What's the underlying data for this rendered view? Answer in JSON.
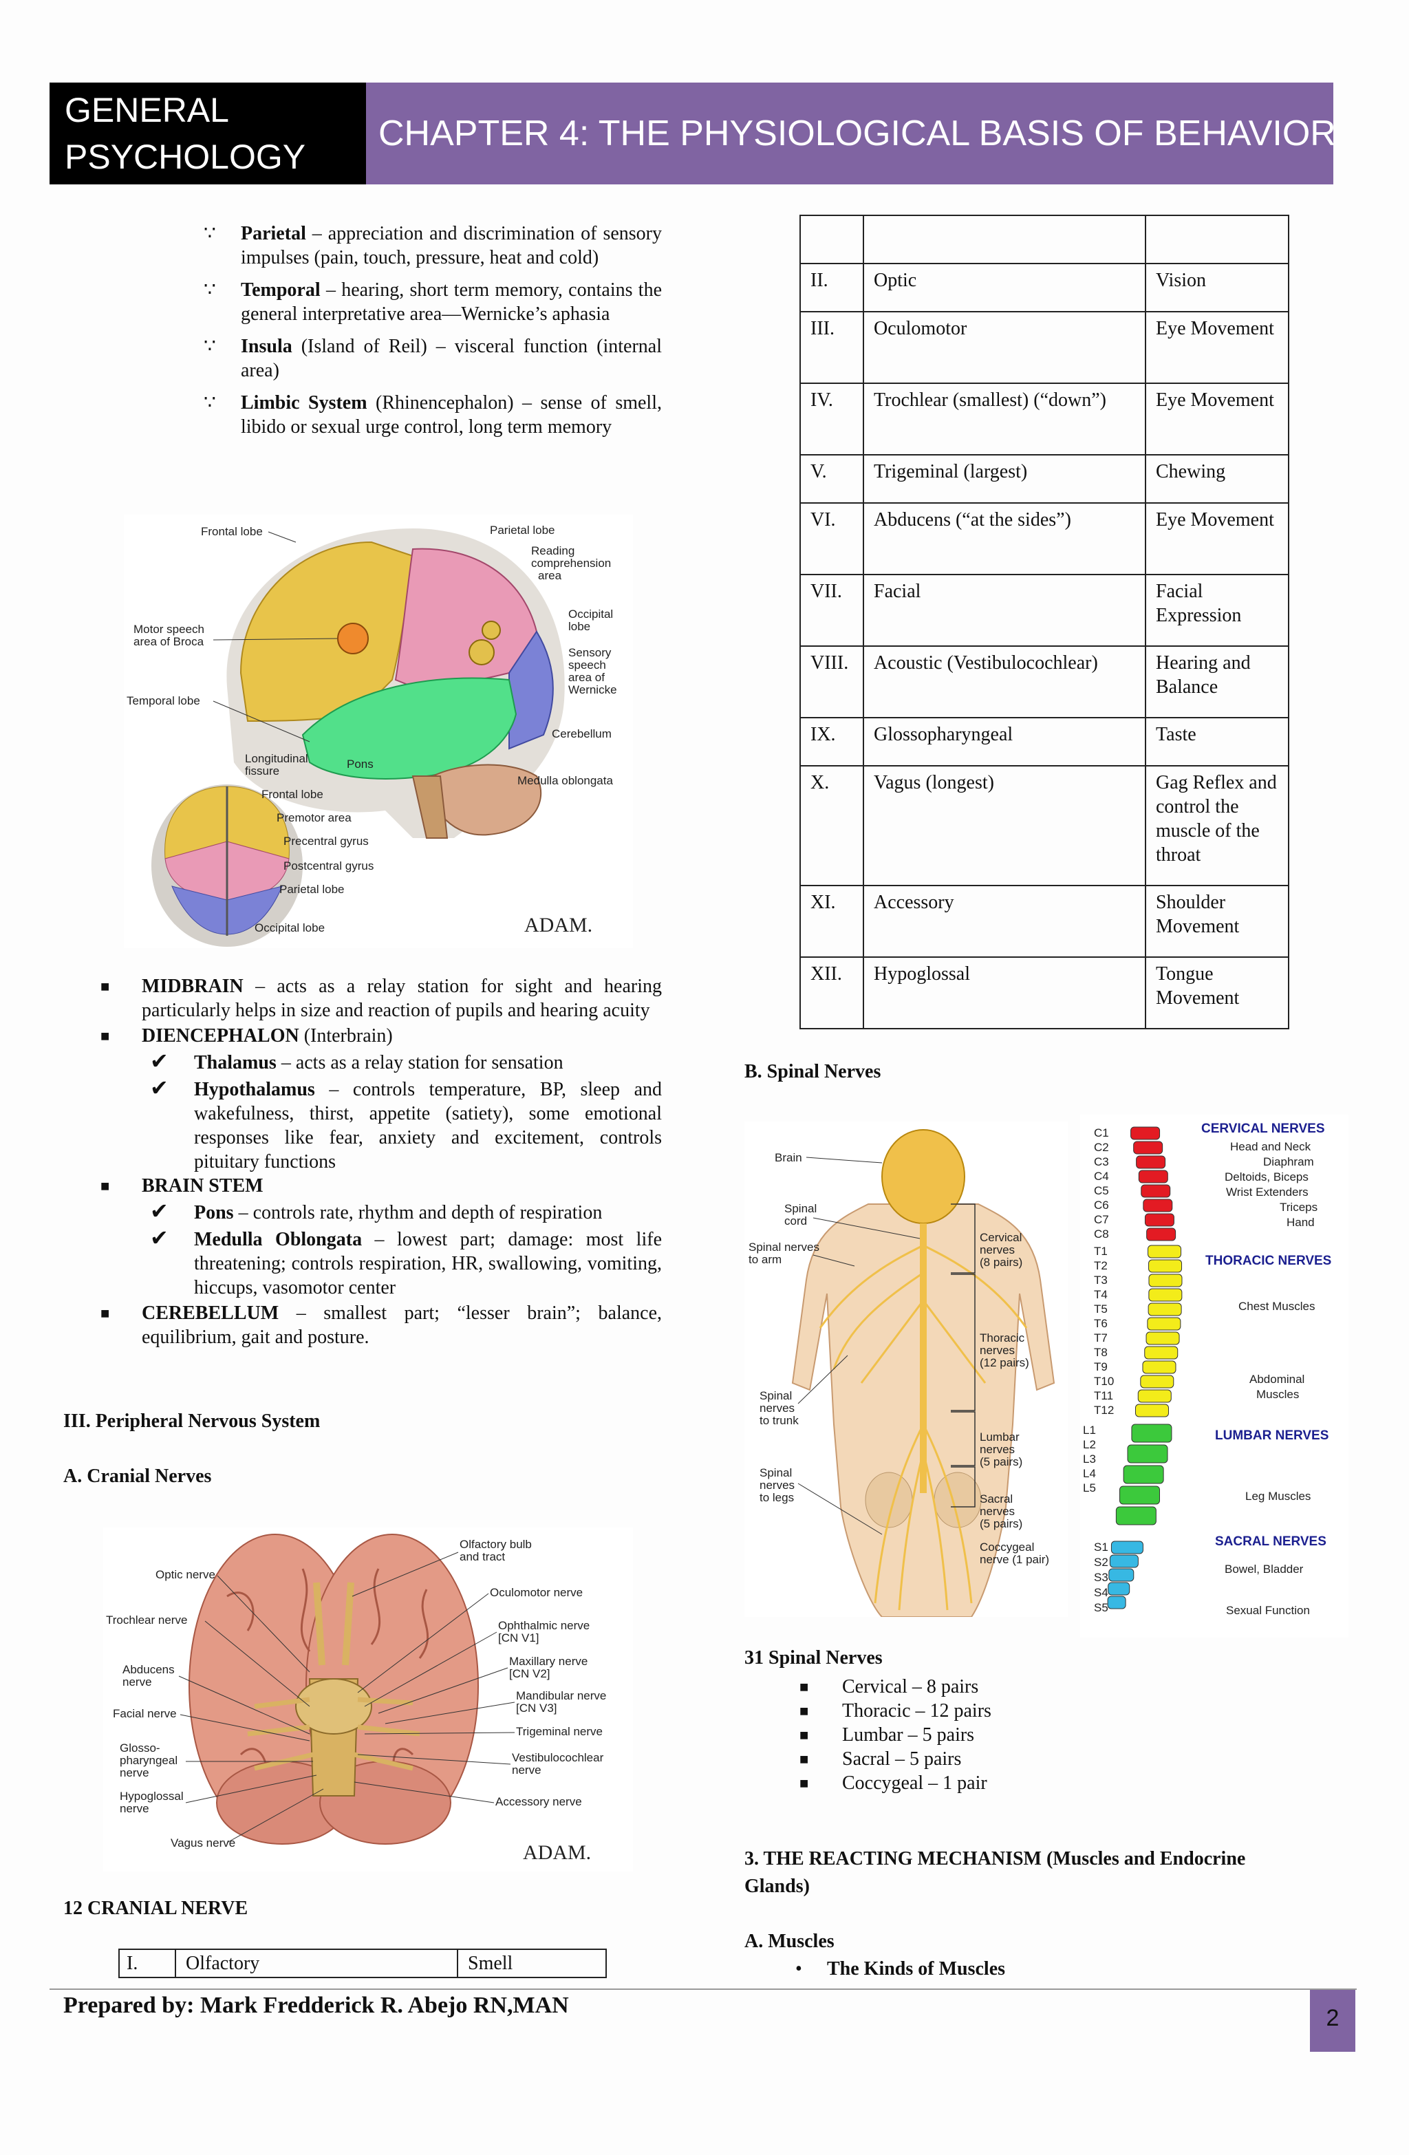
{
  "header": {
    "left_line1": "GENERAL",
    "left_line2": "PSYCHOLOGY",
    "right_title": "CHAPTER 4:  THE PHYSIOLOGICAL BASIS OF BEHAVIOR"
  },
  "lobes": [
    {
      "term": "Parietal",
      "rest": " – appreciation and discrimination of sensory impulses (pain, touch, pressure, heat and cold)"
    },
    {
      "term": "Temporal",
      "rest": " – hearing, short term memory, contains the general interpretative area—Wernicke’s aphasia"
    },
    {
      "term": "Insula",
      "rest": " (Island of Reil) – visceral function (internal area)"
    },
    {
      "term": "Limbic System",
      "rest": " (Rhinencephalon) – sense of smell, libido or sexual urge control, long term memory"
    }
  ],
  "brain_figure": {
    "labels": {
      "frontal_lobe": "Frontal lobe",
      "parietal_lobe": "Parietal lobe",
      "reading": "Reading",
      "comprehension": "comprehension",
      "area": "area",
      "occipital": "Occipital",
      "lobe": "lobe",
      "sensory": "Sensory",
      "speech": "speech",
      "area_of": "area of",
      "wernicke": "Wernicke",
      "motor_speech": "Motor speech",
      "area_broca": "area of Broca",
      "temporal_lobe": "Temporal lobe",
      "cerebellum": "Cerebellum",
      "pons": "Pons",
      "medulla": "Medulla oblongata",
      "longitudinal": "Longitudinal",
      "fissure": "fissure",
      "frontal_lobe2": "Frontal lobe",
      "premotor": "Premotor area",
      "precentral": "Precentral gyrus",
      "postcentral": "Postcentral gyrus",
      "parietal_lobe2": "Parietal lobe",
      "occipital_lobe": "Occipital lobe"
    },
    "logo": "ADAM."
  },
  "brain_parts": {
    "midbrain_term": "MIDBRAIN",
    "midbrain_rest": " – acts as a relay station for sight and hearing particularly helps in size and reaction of pupils and hearing acuity",
    "diencephalon_term": "DIENCEPHALON",
    "diencephalon_rest": " (Interbrain)",
    "thalamus_term": "Thalamus",
    "thalamus_rest": " – acts as a relay station for sensation",
    "hypothalamus_term": "Hypothalamus",
    "hypothalamus_rest": " – controls temperature, BP, sleep and wakefulness, thirst, appetite (satiety), some emotional responses like fear, anxiety and excitement, controls pituitary functions",
    "brainstem_term": "BRAIN STEM",
    "pons_term": "Pons",
    "pons_rest": " – controls rate, rhythm and depth of respiration",
    "medulla_term": "Medulla Oblongata",
    "medulla_rest": " – lowest part; damage: most life threatening; controls respiration, HR, swallowing, vomiting, hiccups, vasomotor center",
    "cerebellum_term": "CEREBELLUM",
    "cerebellum_rest": " – smallest part; “lesser brain”; balance, equilibrium, gait and posture."
  },
  "sections": {
    "pns": "III. Peripheral Nervous System",
    "cranial": "A. Cranial Nerves",
    "twelve": "12 CRANIAL NERVE",
    "spinal": "B. Spinal Nerves",
    "thirtyone": "31 Spinal Nerves",
    "reacting": "3. THE REACTING MECHANISM (Muscles and Endocrine Glands)",
    "muscles": "A. Muscles",
    "kinds": "The Kinds of Muscles"
  },
  "cranial_figure": {
    "labels": {
      "optic": "Optic nerve",
      "trochlear": "Trochlear nerve",
      "abducens1": "Abducens",
      "abducens2": "nerve",
      "facial": "Facial nerve",
      "glosso1": "Glosso-",
      "glosso2": "pharyngeal",
      "glosso3": "nerve",
      "hypo1": "Hypoglossal",
      "hypo2": "nerve",
      "vagus": "Vagus nerve",
      "olf1": "Olfactory bulb",
      "olf2": "and tract",
      "oculo": "Oculomotor nerve",
      "ophth1": "Ophthalmic nerve",
      "ophth2": "[CN V1]",
      "max1": "Maxillary nerve",
      "max2": "[CN V2]",
      "mand1": "Mandibular nerve",
      "mand2": "[CN V3]",
      "trig": "Trigeminal nerve",
      "vest1": "Vestibulocochlear",
      "vest2": "nerve",
      "acc": "Accessory nerve"
    },
    "logo": "ADAM."
  },
  "cranial_first": {
    "num": "I.",
    "name": "Olfactory",
    "func": "Smell"
  },
  "cranial_table": [
    {
      "num": "",
      "name": "",
      "func": ""
    },
    {
      "num": "II.",
      "name": "Optic",
      "func": "Vision"
    },
    {
      "num": "III.",
      "name": "Oculomotor",
      "func": "Eye Movement"
    },
    {
      "num": "IV.",
      "name": "Trochlear (smallest) (“down”)",
      "func": "Eye Movement"
    },
    {
      "num": "V.",
      "name": "Trigeminal (largest)",
      "func": "Chewing"
    },
    {
      "num": "VI.",
      "name": "Abducens (“at the sides”)",
      "func": "Eye Movement"
    },
    {
      "num": "VII.",
      "name": "Facial",
      "func": "Facial Expression"
    },
    {
      "num": "VIII.",
      "name": "Acoustic (Vestibulocochlear)",
      "func": "Hearing and Balance"
    },
    {
      "num": "IX.",
      "name": "Glossopharyngeal",
      "func": "Taste"
    },
    {
      "num": "X.",
      "name": "Vagus (longest)",
      "func": "Gag Reflex and control the muscle of the throat"
    },
    {
      "num": "XI.",
      "name": "Accessory",
      "func": "Shoulder Movement"
    },
    {
      "num": "XII.",
      "name": "Hypoglossal",
      "func": "Tongue Movement"
    }
  ],
  "spinal_figure": {
    "brain": "Brain",
    "cord1": "Spinal",
    "cord2": "cord",
    "arm1": "Spinal nerves",
    "arm2": "to arm",
    "trunk1": "Spinal",
    "trunk2": "nerves",
    "trunk3": "to trunk",
    "legs1": "Spinal",
    "legs2": "nerves",
    "legs3": "to legs",
    "cerv1": "Cervical",
    "cerv2": "nerves",
    "cerv3": "(8 pairs)",
    "thor1": "Thoracic",
    "thor2": "nerves",
    "thor3": "(12 pairs)",
    "lumb1": "Lumbar",
    "lumb2": "nerves",
    "lumb3": "(5 pairs)",
    "sac1": "Sacral",
    "sac2": "nerves",
    "sac3": "(5 pairs)",
    "coc1": "Coccygeal",
    "coc2": "nerve (1 pair)"
  },
  "spine_figure": {
    "cervical_title": "CERVICAL NERVES",
    "head_neck": "Head and Neck",
    "diaphram": "Diaphram",
    "deltoids": "Deltoids, Biceps",
    "wrist": "Wrist Extenders",
    "triceps": "Triceps",
    "hand": "Hand",
    "thoracic_title": "THORACIC NERVES",
    "chest": "Chest Muscles",
    "abdominal1": "Abdominal",
    "abdominal2": "Muscles",
    "lumbar_title": "LUMBAR NERVES",
    "leg": "Leg Muscles",
    "sacral_title": "SACRAL NERVES",
    "bowel": "Bowel, Bladder",
    "sexual": "Sexual Function",
    "c_labels": [
      "C1",
      "C2",
      "C3",
      "C4",
      "C5",
      "C6",
      "C7",
      "C8"
    ],
    "t_labels": [
      "T1",
      "T2",
      "T3",
      "T4",
      "T5",
      "T6",
      "T7",
      "T8",
      "T9",
      "T10",
      "T11",
      "T12"
    ],
    "l_labels": [
      "L1",
      "L2",
      "L3",
      "L4",
      "L5"
    ],
    "s_labels": [
      "S1",
      "S2",
      "S3",
      "S4",
      "S5"
    ],
    "colors": {
      "cervical": "#e31b23",
      "thoracic": "#f3ec1a",
      "lumbar": "#3cc93c",
      "sacral": "#37b8e3"
    }
  },
  "spinal_list": [
    "Cervical – 8 pairs",
    "Thoracic – 12 pairs",
    "Lumbar – 5 pairs",
    "Sacral – 5 pairs",
    "Coccygeal – 1 pair"
  ],
  "footer": {
    "prepared": "Prepared by: Mark Fredderick R. Abejo RN,MAN",
    "page": "2"
  },
  "colors": {
    "header_accent": "#8064a2",
    "header_dark": "#000000"
  }
}
